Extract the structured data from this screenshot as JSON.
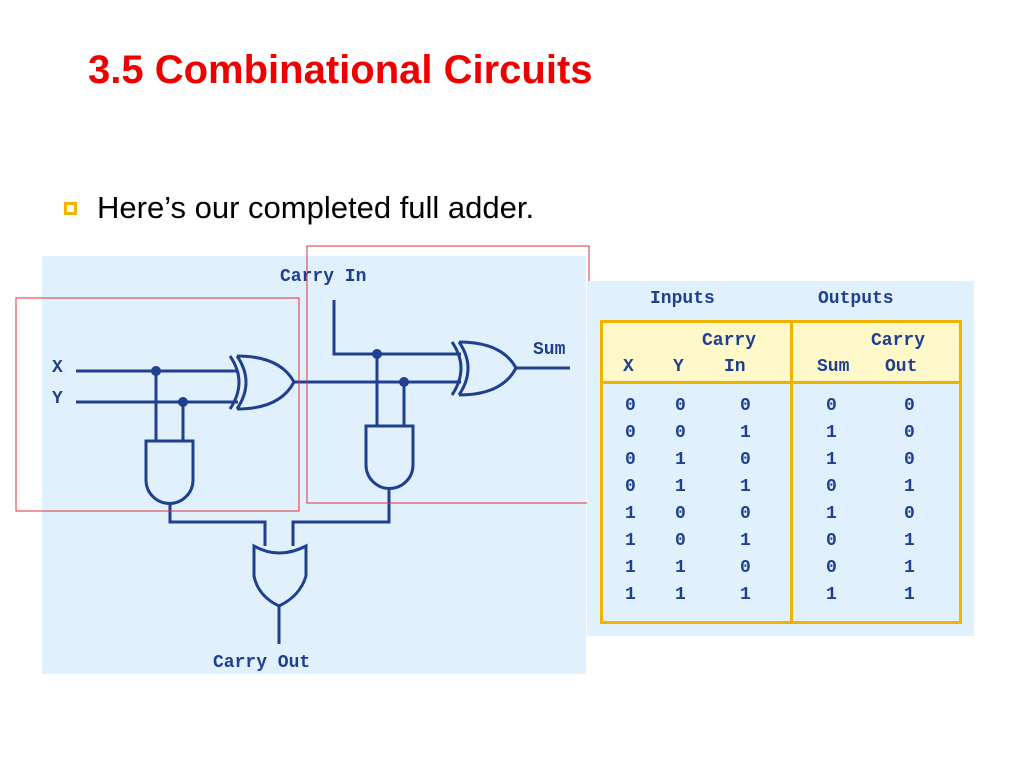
{
  "slide": {
    "title": "3.5 Combinational Circuits",
    "bullet": "Here’s our completed full adder."
  },
  "circuit": {
    "label_x": "X",
    "label_y": "Y",
    "label_carry_in": "Carry In",
    "label_sum": "Sum",
    "label_carry_out": "Carry Out"
  },
  "truth_table": {
    "group_inputs": "Inputs",
    "group_outputs": "Outputs",
    "col_x": "X",
    "col_y": "Y",
    "col_cin_top": "Carry",
    "col_cin_bottom": "In",
    "col_sum": "Sum",
    "col_cout_top": "Carry",
    "col_cout_bottom": "Out",
    "rows": [
      {
        "x": "0",
        "y": "0",
        "cin": "0",
        "sum": "0",
        "cout": "0"
      },
      {
        "x": "0",
        "y": "0",
        "cin": "1",
        "sum": "1",
        "cout": "0"
      },
      {
        "x": "0",
        "y": "1",
        "cin": "0",
        "sum": "1",
        "cout": "0"
      },
      {
        "x": "0",
        "y": "1",
        "cin": "1",
        "sum": "0",
        "cout": "1"
      },
      {
        "x": "1",
        "y": "0",
        "cin": "0",
        "sum": "1",
        "cout": "0"
      },
      {
        "x": "1",
        "y": "0",
        "cin": "1",
        "sum": "0",
        "cout": "1"
      },
      {
        "x": "1",
        "y": "1",
        "cin": "0",
        "sum": "0",
        "cout": "1"
      },
      {
        "x": "1",
        "y": "1",
        "cin": "1",
        "sum": "1",
        "cout": "1"
      }
    ]
  },
  "colors": {
    "title": "#ee0000",
    "wire": "#1f3f8f",
    "panel_bg": "#e0f0fc",
    "table_border": "#f0b400",
    "table_header_bg": "#fff8c8",
    "highlight_box": "#e03030"
  }
}
